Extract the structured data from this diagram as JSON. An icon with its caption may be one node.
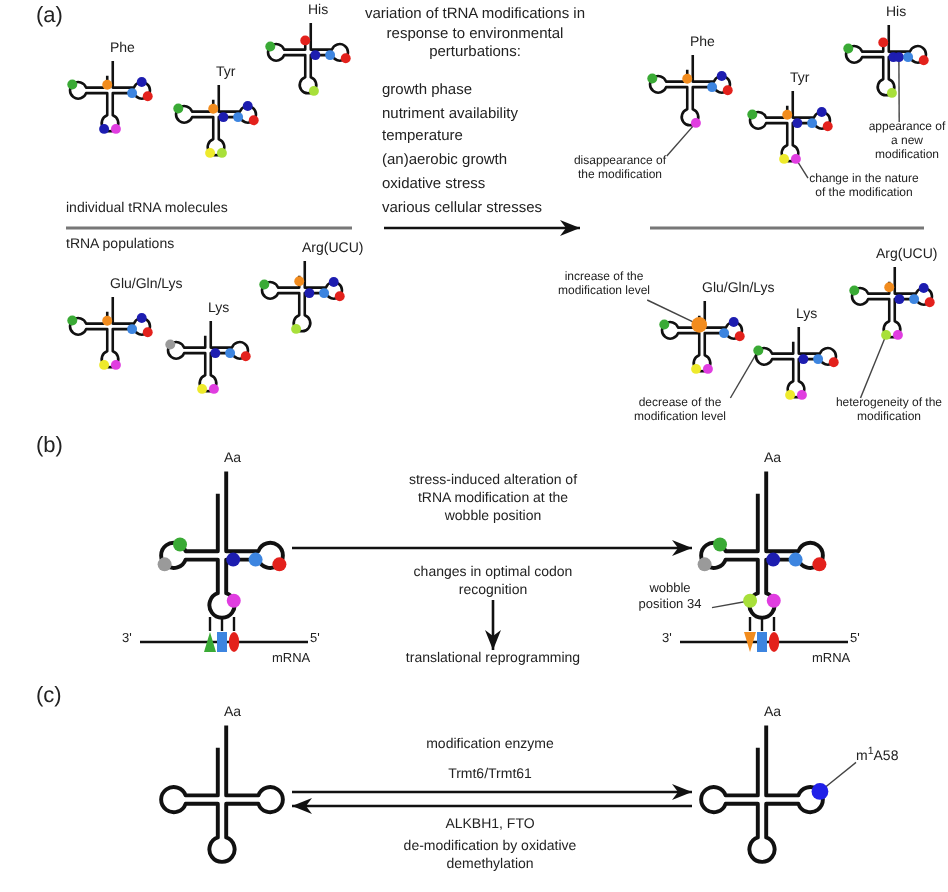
{
  "diagram": {
    "nodes": [
      {
        "text": [
          "Phe"
        ]
      },
      {
        "text": [
          "Tyr"
        ]
      },
      {
        "text": [
          "His"
        ]
      },
      {
        "text": [
          "Phe"
        ]
      },
      {
        "text": [
          "Tyr"
        ]
      },
      {
        "text": [
          "His"
        ]
      },
      {
        "text": [
          "disappearance of the modification"
        ]
      },
      {
        "text": [
          "change in the nature of the modification"
        ]
      },
      {
        "text": [
          "appearance of a new modification"
        ]
      },
      {
        "text": [
          "Glu/Gln/Lys"
        ]
      },
      {
        "text": [
          "Lys"
        ]
      },
      {
        "text": [
          "Arg(UCU)"
        ]
      },
      {
        "text": [
          "increase of the modification level"
        ]
      },
      {
        "text": [
          "Glu/Gln/Lys"
        ]
      },
      {
        "text": [
          "Lys"
        ]
      },
      {
        "text": [
          "Arg(UCU)"
        ]
      },
      {
        "text": [
          "decrease of the modification level"
        ]
      },
      {
        "text": [
          "heterogeneity of the modification"
        ]
      },
      {
        "text": [
          "Aa"
        ]
      },
      {
        "text": [
          "changes in optimal codon recognition"
        ]
      },
      {
        "text": [
          "translational reprogramming"
        ]
      },
      {
        "text": [
          "Aa"
        ]
      },
      {
        "text": [
          "wobble position 34"
        ]
      },
      {
        "text": [
          "Aa"
        ]
      },
      {
        "text": [
          "Aa"
        ]
      },
      {
        "text": [
          "m$^{1}$A58"
        ]
      }
    ],
    "edges": [
      {
        "from": 6,
        "to": 3,
        "arrow": "none"
      },
      {
        "from": 7,
        "to": 4,
        "arrow": "none"
      },
      {
        "from": 8,
        "to": 5,
        "arrow": "none"
      },
      {
        "from": 12,
        "to": 13,
        "arrow": "none"
      },
      {
        "from": 16,
        "to": 14,
        "arrow": "none"
      },
      {
        "from": 17,
        "to": 15,
        "arrow": "none"
      },
      {
        "from": 18,
        "to": 21,
        "arrow": "to"
      },
      {
        "from": 19,
        "to": 20,
        "arrow": "to"
      },
      {
        "from": 22,
        "to": 21,
        "arrow": "none"
      },
      {
        "from": 23,
        "to": 24,
        "arrow": "to"
      },
      {
        "from": 24,
        "to": 23,
        "arrow": "to"
      },
      {
        "from": 25,
        "to": 24,
        "arrow": "none"
      }
    ],
    "labels": [
      "(a)",
      "variation of tRNA modifications in response to environmental perturbations:",
      "growth phase",
      "nutriment availability",
      "temperature",
      "(an)aerobic growth",
      "oxidative stress",
      "various cellular stresses",
      "individual tRNA molecules",
      "tRNA populations",
      "(b)",
      "stress-induced alteration of tRNA modification at the wobble position",
      "3'",
      "5'",
      "mRNA",
      "3'",
      "5'",
      "mRNA",
      "(c)",
      "modification enzyme",
      "Trmt6/Trmt61",
      "ALKBH1, FTO",
      "de-modification by oxidative demethylation"
    ]
  }
}
